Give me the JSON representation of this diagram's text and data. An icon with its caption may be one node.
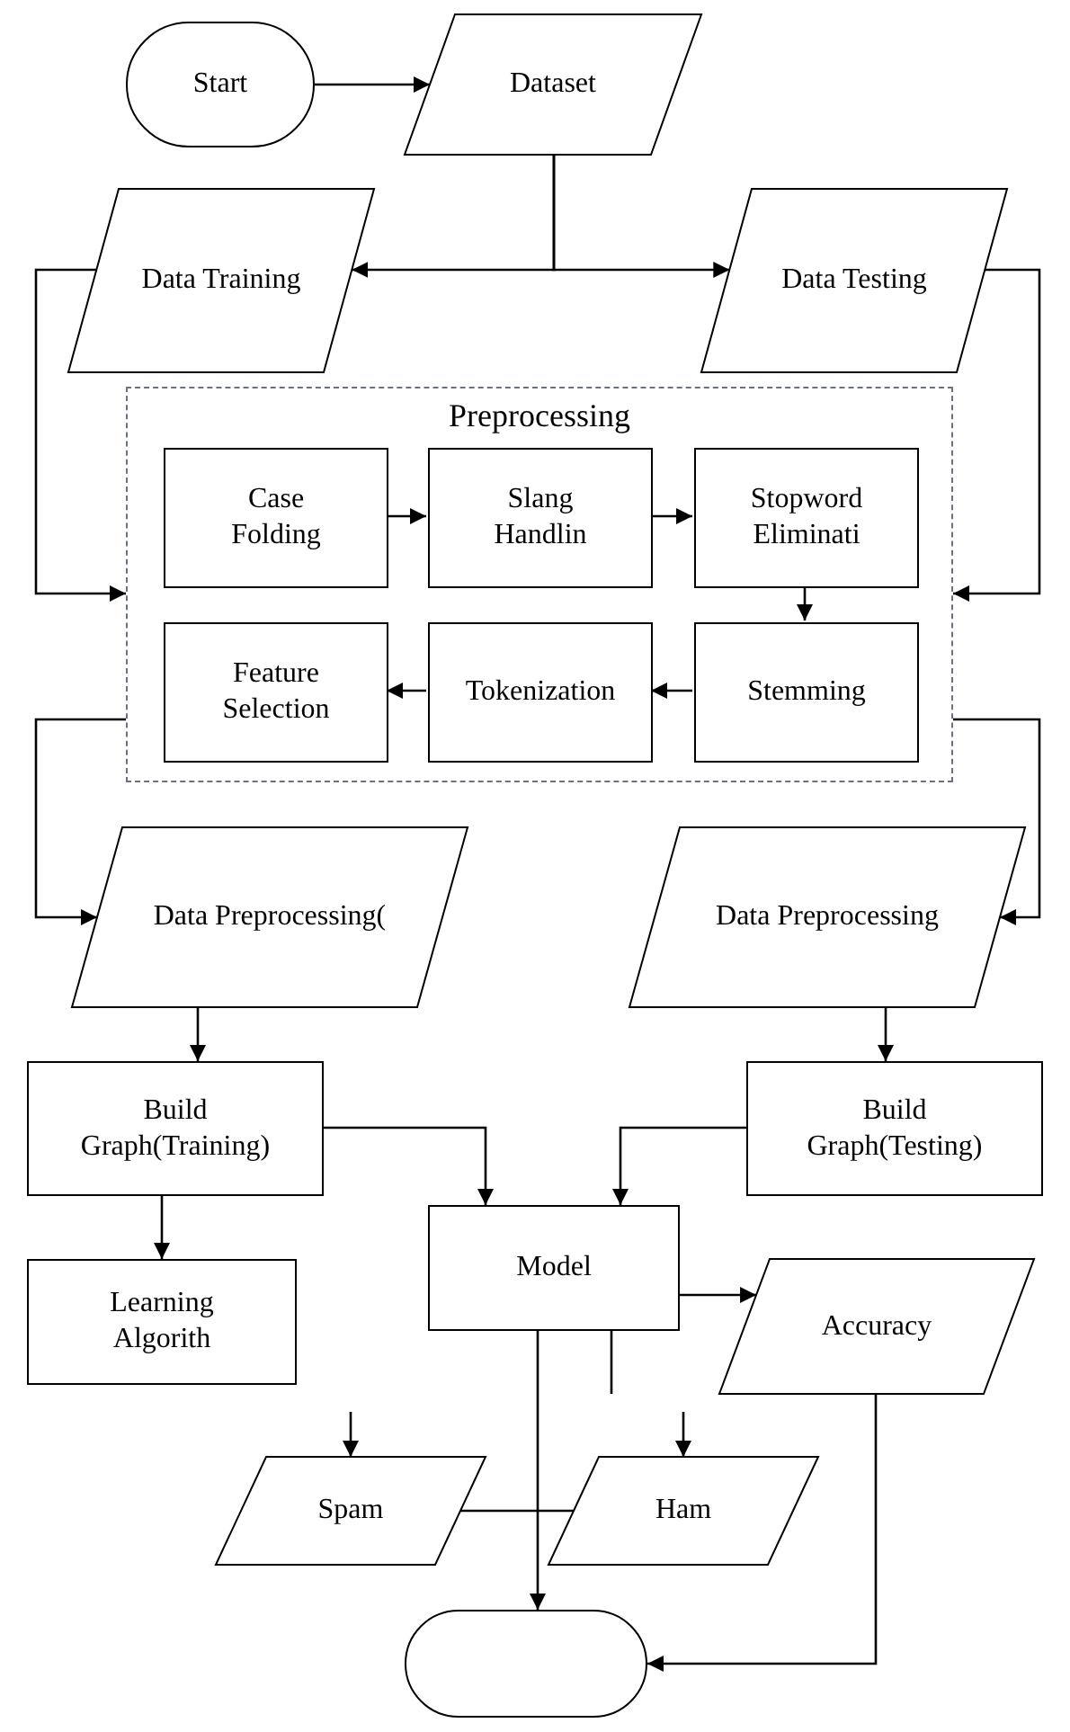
{
  "diagram": {
    "nodes": [
      {
        "text": [
          "Start"
        ]
      },
      {
        "text": [
          "Dataset"
        ]
      },
      {
        "text": [
          "Data Training"
        ]
      },
      {
        "text": [
          "Data Testing"
        ]
      },
      {
        "text": [
          "Preprocessing"
        ]
      },
      {
        "text": [
          "Case Folding"
        ],
        "in": 4
      },
      {
        "text": [
          "Slang Handlin"
        ],
        "in": 4
      },
      {
        "text": [
          "Stopword Eliminati"
        ],
        "in": 4
      },
      {
        "text": [
          "Feature Selection"
        ],
        "in": 4
      },
      {
        "text": [
          "Tokenization"
        ],
        "in": 4
      },
      {
        "text": [
          "Stemming"
        ],
        "in": 4
      },
      {
        "text": [
          "Data Preprocessing("
        ]
      },
      {
        "text": [
          "Data Preprocessing"
        ]
      },
      {
        "text": [
          "Build Graph(Training)"
        ]
      },
      {
        "text": [
          "Model"
        ]
      },
      {
        "text": [
          "Build Graph(Testing)"
        ]
      },
      {
        "text": [
          "Learning Algorith"
        ]
      },
      {
        "text": [
          "Accuracy"
        ]
      },
      {
        "text": [
          "Spam"
        ]
      },
      {
        "text": [
          "Ham"
        ]
      },
      {
        "text": [],
        "shape": "box"
      }
    ],
    "edges": [
      {
        "from": 0,
        "to": 1,
        "arrow": "to"
      },
      {
        "from": 1,
        "to": 2,
        "arrow": "to"
      },
      {
        "from": 1,
        "to": 3,
        "arrow": "to"
      },
      {
        "from": 2,
        "to": 4,
        "arrow": "to"
      },
      {
        "from": 3,
        "to": 4,
        "arrow": "to"
      },
      {
        "from": 5,
        "to": 6,
        "arrow": "to"
      },
      {
        "from": 6,
        "to": 7,
        "arrow": "to"
      },
      {
        "from": 7,
        "to": 10,
        "arrow": "to"
      },
      {
        "from": 10,
        "to": 9,
        "arrow": "to"
      },
      {
        "from": 9,
        "to": 8,
        "arrow": "to"
      },
      {
        "from": 4,
        "to": 11,
        "arrow": "to"
      },
      {
        "from": 4,
        "to": 12,
        "arrow": "to"
      },
      {
        "from": 11,
        "to": 13,
        "arrow": "to"
      },
      {
        "from": 12,
        "to": 15,
        "arrow": "to"
      },
      {
        "from": 13,
        "to": 14,
        "arrow": "to"
      },
      {
        "from": 15,
        "to": 14,
        "arrow": "to"
      },
      {
        "from": 13,
        "to": 16,
        "arrow": "to"
      },
      {
        "from": 14,
        "to": 17,
        "arrow": "to"
      },
      {
        "from": 14,
        "to": 20,
        "arrow": "to"
      },
      {
        "from": null,
        "to": 18,
        "arrow": "to"
      },
      {
        "from": null,
        "to": 19,
        "arrow": "to"
      },
      {
        "from": 18,
        "to": 19,
        "arrow": "none"
      },
      {
        "from": 14,
        "to": null,
        "arrow": "none"
      },
      {
        "from": 17,
        "to": 20,
        "arrow": "to"
      }
    ]
  }
}
